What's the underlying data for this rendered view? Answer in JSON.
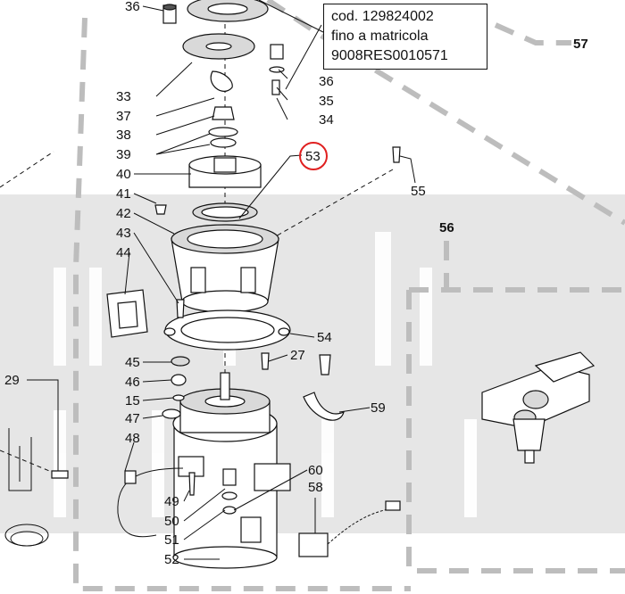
{
  "callouts": {
    "c27": "27",
    "c29": "29",
    "c33": "33",
    "c34": "34",
    "c35": "35",
    "c36a": "36",
    "c36b": "36",
    "c37": "37",
    "c38": "38",
    "c39": "39",
    "c40": "40",
    "c41": "41",
    "c42": "42",
    "c43": "43",
    "c44": "44",
    "c45": "45",
    "c46": "46",
    "c15": "15",
    "c47": "47",
    "c48": "48",
    "c49": "49",
    "c50": "50",
    "c51": "51",
    "c52": "52",
    "c53": "53",
    "c54": "54",
    "c55": "55",
    "c56": "56",
    "c57": "57",
    "c58": "58",
    "c59": "59",
    "c60": "60"
  },
  "note": {
    "line1": "cod. 129824002",
    "line2": "fino a matricola",
    "line3": "9008RES0010571"
  },
  "colors": {
    "highlight": "#e02020",
    "group_dash": "#bdbdbd",
    "watermark": "#e6e6e6"
  }
}
